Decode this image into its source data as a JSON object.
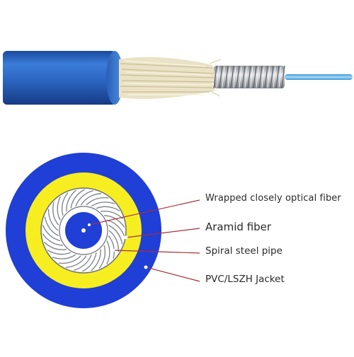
{
  "labels": {
    "optical_fiber": "Wrapped closely optical fiber",
    "aramid": "Aramid fiber",
    "steel_pipe": "Spiral steel pipe",
    "jacket": "PVC/LSZH Jacket"
  },
  "colors": {
    "jacket_blue": "#1f3fd6",
    "cable_blue": "#2e6bc7",
    "aramid_yellow": "#f7ee22",
    "aramid_strands": "#e9dfb8",
    "steel": "#b8bcc0",
    "fiber_cyan": "#5fb2e6",
    "leader_red": "#a8303a"
  }
}
